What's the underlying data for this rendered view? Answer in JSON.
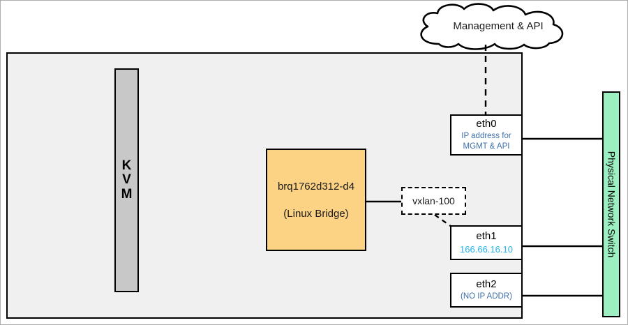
{
  "diagram": {
    "title": "Management & API",
    "cloud": {
      "label": "Management & API",
      "name": "management-api-cloud"
    },
    "host": {
      "name": "hypervisor-host-container",
      "fill": "#f0f0f0",
      "border": "#000000"
    },
    "kvm": {
      "letters": "K\nV\nM",
      "line1": "K",
      "line2": "V",
      "line3": "M",
      "fill": "#c8c8c8"
    },
    "bridge": {
      "name_label": "brq1762d312-d4",
      "type_label": "(Linux Bridge)",
      "fill": "#fcd285"
    },
    "vxlan": {
      "label": "vxlan-100",
      "border_style": "dashed"
    },
    "interfaces": [
      {
        "id": "eth0",
        "title": "eth0",
        "sub_line1": "IP address for",
        "sub_line2": "MGMT & API",
        "sub_color": "#3f6fa8"
      },
      {
        "id": "eth1",
        "title": "eth1",
        "sub_line1": "166.66.16.10",
        "sub_line2": "",
        "sub_color": "#27b3e8"
      },
      {
        "id": "eth2",
        "title": "eth2",
        "sub_line1": "(NO IP ADDR)",
        "sub_line2": "",
        "sub_color": "#3f6fa8"
      }
    ],
    "switch": {
      "label": "Physical Network Switch",
      "fill": "#9cefc1"
    }
  }
}
